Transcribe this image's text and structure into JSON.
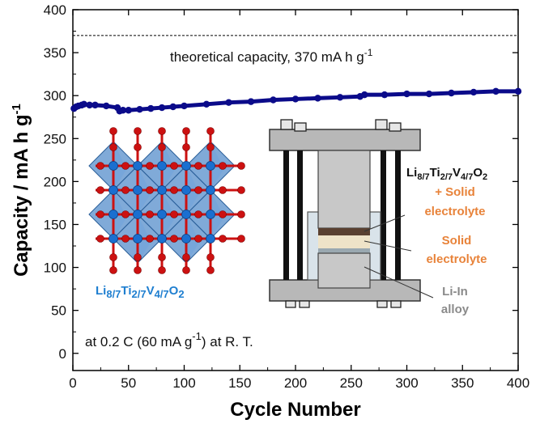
{
  "chart_data": {
    "type": "scatter",
    "title": "",
    "xlabel": "Cycle Number",
    "ylabel": "Capacity / mA h g",
    "ylabel_sup": "-1",
    "xlim": [
      0,
      400
    ],
    "ylim": [
      -20,
      400
    ],
    "xticks": [
      0,
      50,
      100,
      150,
      200,
      250,
      300,
      350,
      400
    ],
    "yticks": [
      0,
      50,
      100,
      150,
      200,
      250,
      300,
      350,
      400
    ],
    "grid": false,
    "legend": "none",
    "series": [
      {
        "color": "#0b0b8a",
        "x": [
          1,
          3,
          5,
          8,
          10,
          15,
          20,
          30,
          40,
          42,
          45,
          50,
          60,
          70,
          80,
          90,
          100,
          120,
          140,
          160,
          180,
          200,
          220,
          240,
          258,
          262,
          280,
          300,
          320,
          340,
          360,
          380,
          400
        ],
        "y": [
          285,
          287,
          288,
          289,
          290,
          289,
          289,
          288,
          286,
          282,
          283,
          283,
          284,
          285,
          286,
          287,
          288,
          290,
          292,
          293,
          295,
          296,
          297,
          298,
          299,
          301,
          301,
          302,
          302,
          303,
          304,
          305,
          305
        ]
      }
    ],
    "reference_line": {
      "y": 370,
      "label": "theoretical capacity, 370 mA h g",
      "label_sup": "-1"
    },
    "annotations": {
      "condition": {
        "pre": "at 0.2 C (60 mA g",
        "sup": "-1",
        "post": ") at R. T."
      },
      "crystal_formula": {
        "base": "Li",
        "s1": "8/7",
        "m1": "Ti",
        "s2": "2/7",
        "m2": "V",
        "s3": "4/7",
        "m3": "O",
        "s4": "2"
      },
      "cell_cathode": {
        "base": "Li",
        "s1": "8/7",
        "m1": "Ti",
        "s2": "2/7",
        "m2": "V",
        "s3": "4/7",
        "m3": "O",
        "s4": "2",
        "line2": "+ Solid",
        "line3": "electrolyte"
      },
      "cell_electrolyte": {
        "line1": "Solid",
        "line2": "electrolyte"
      },
      "cell_anode": {
        "line1": "Li-In",
        "line2": "alloy"
      }
    },
    "colors": {
      "orange": "#e8833a",
      "blue_label": "#1f7fd0",
      "grey_label": "#8a8a8a",
      "octahedron": "#4a86c8",
      "oxygen": "#cc1111",
      "metal": "#1a6fd0"
    }
  }
}
